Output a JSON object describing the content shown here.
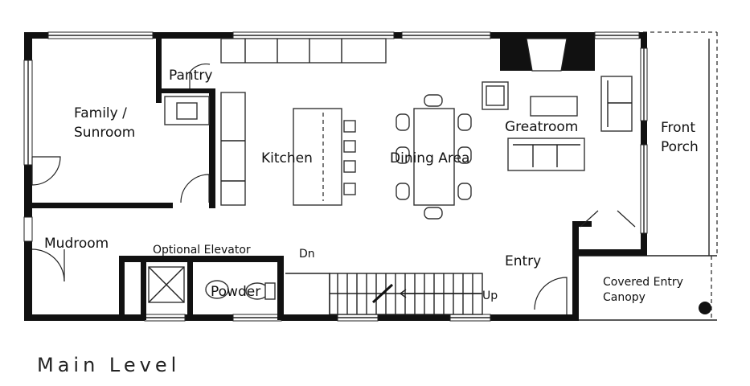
{
  "diagram": {
    "caption": "Main Level",
    "rooms": {
      "family_sunroom": [
        "Family /",
        "Sunroom"
      ],
      "pantry": "Pantry",
      "kitchen": "Kitchen",
      "dining": "Dining Area",
      "greatroom": "Greatroom",
      "front_porch": [
        "Front",
        "Porch"
      ],
      "mudroom": "Mudroom",
      "elevator": "Optional Elevator",
      "powder": "Powder",
      "stair_down": "Dn",
      "stair_up": "Up",
      "entry": "Entry",
      "canopy": [
        "Covered Entry",
        "Canopy"
      ]
    }
  }
}
